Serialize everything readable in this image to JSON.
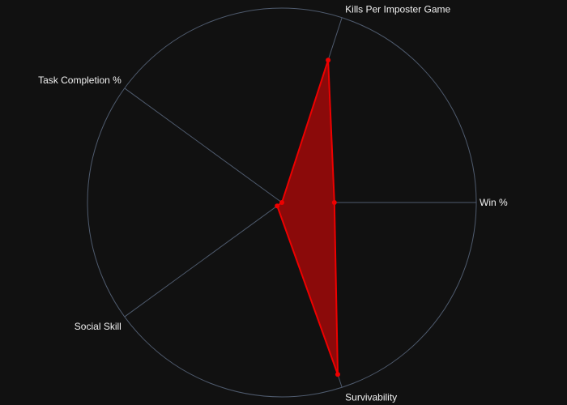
{
  "chart_data": {
    "type": "radar",
    "axes": [
      "Win %",
      "Kills Per Imposter Game",
      "Task Completion %",
      "Social Skill",
      "Survivability"
    ],
    "series": [
      {
        "values": [
          0.27,
          0.77,
          0.0,
          0.03,
          0.93
        ],
        "color": "#ee0000",
        "fill": "#8b0a0a"
      }
    ],
    "range": [
      0,
      1
    ],
    "grid": true,
    "legend": "none"
  },
  "style": {
    "background": "#111111",
    "grid_color": "#4f5b6e",
    "label_color": "#f2f2f2"
  }
}
